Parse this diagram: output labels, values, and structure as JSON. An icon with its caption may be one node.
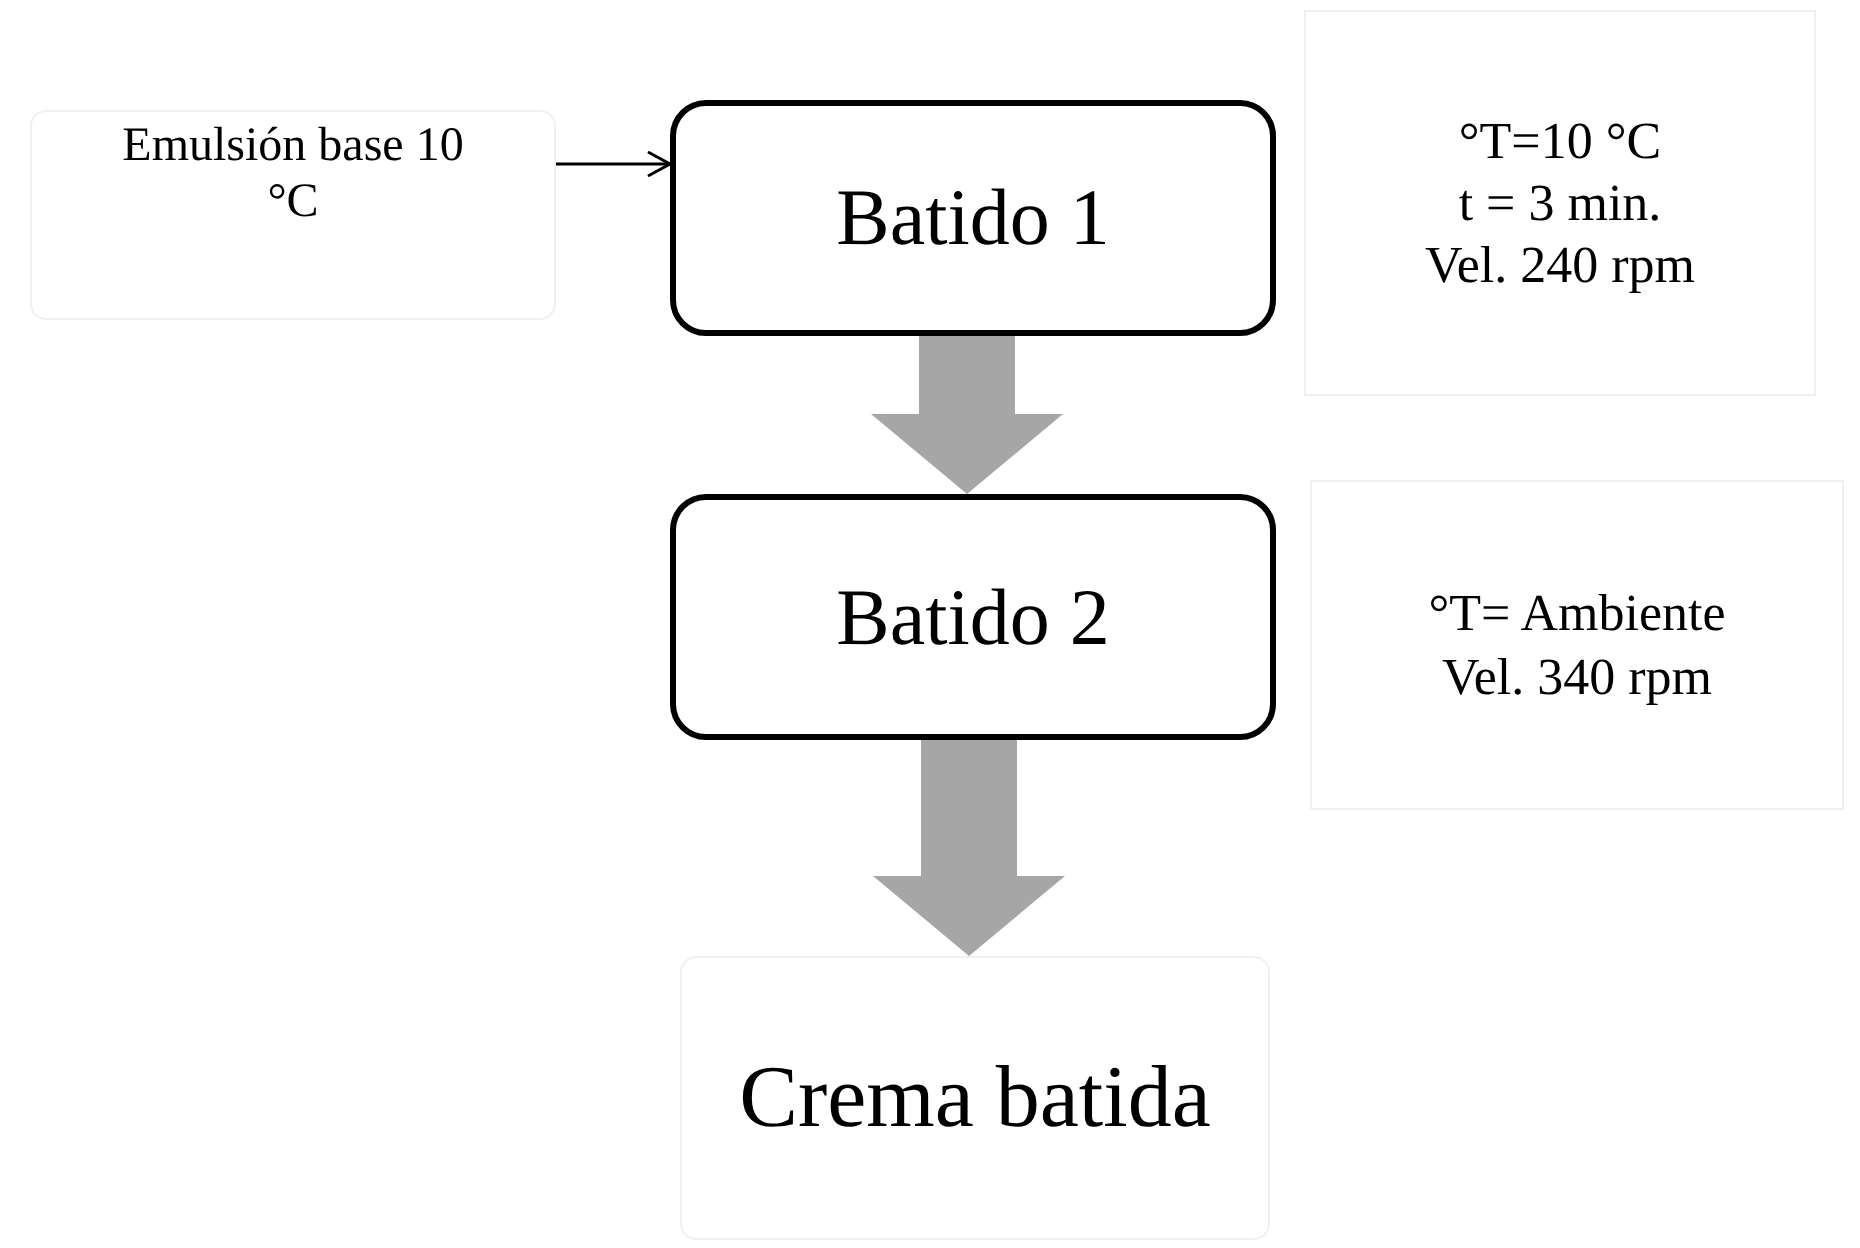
{
  "diagram": {
    "nodes": [
      {
        "text": [
          "Emulsión base 10 °C"
        ]
      },
      {
        "text": [
          "Batido 1"
        ]
      },
      {
        "text": [
          "°T=10 °C",
          "t = 3 min.",
          "Vel. 240 rpm"
        ]
      },
      {
        "text": [
          "Batido 2"
        ]
      },
      {
        "text": [
          "°T= Ambiente",
          "Vel. 340 rpm"
        ]
      },
      {
        "text": [
          "Crema batida"
        ]
      }
    ],
    "edges": [
      {
        "from": 0,
        "to": 1,
        "arrow": "to",
        "color": "#000000"
      },
      {
        "from": 1,
        "to": 3,
        "arrow": "to",
        "style": "thick",
        "color": "#a6a6a6"
      },
      {
        "from": 3,
        "to": 5,
        "arrow": "to",
        "style": "thick",
        "color": "#a6a6a6"
      }
    ]
  }
}
